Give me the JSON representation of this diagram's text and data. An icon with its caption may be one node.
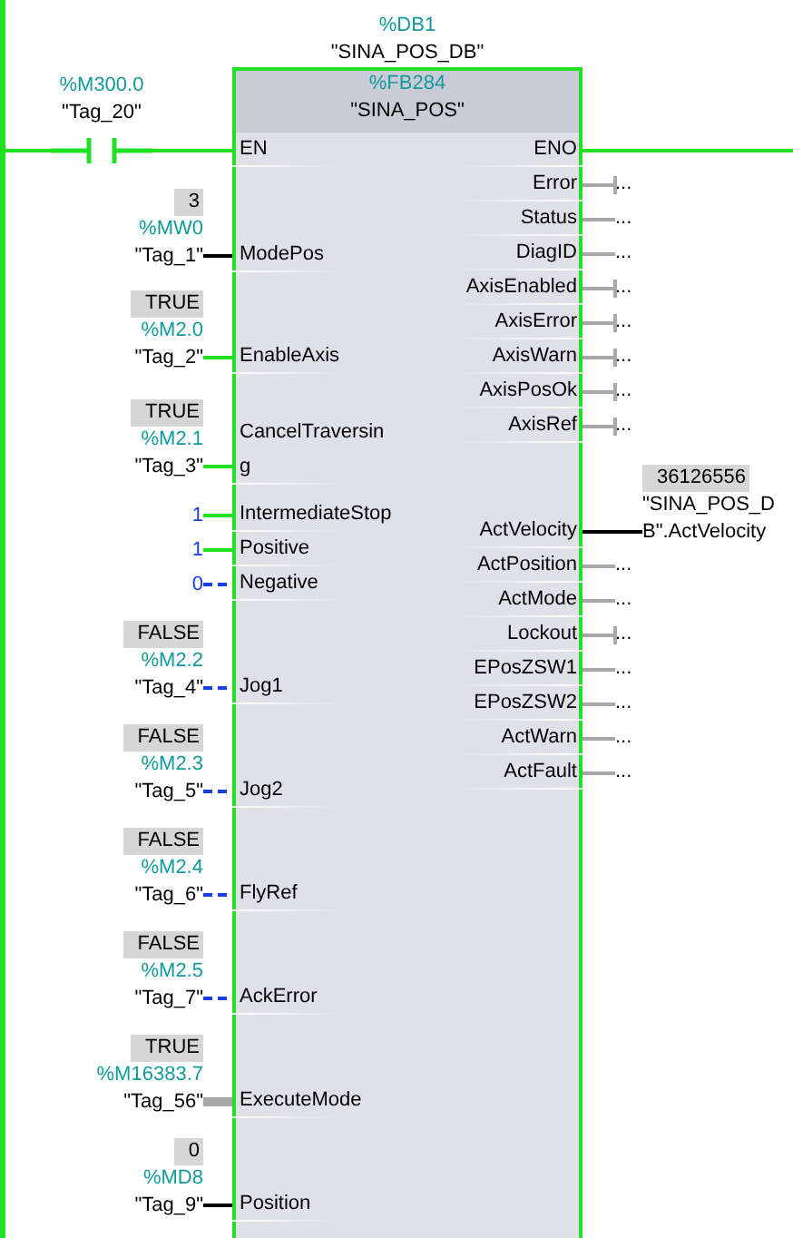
{
  "diagram": {
    "nodes": [
      {
        "text": [
          "%FB284",
          "\"SINA_POS\""
        ],
        "beside": [
          "%DB1",
          "\"SINA_POS_DB\""
        ]
      },
      {
        "text": [],
        "shape": "bar"
      },
      {
        "text": [
          "%M300.0",
          "\"Tag_20\""
        ]
      },
      {
        "text": [
          "EN"
        ],
        "in": 0
      },
      {
        "text": [
          "ModePos"
        ],
        "in": 0
      },
      {
        "text": [
          "EnableAxis"
        ],
        "in": 0
      },
      {
        "text": [
          "CancelTraversing"
        ],
        "in": 0
      },
      {
        "text": [
          "IntermediateStop"
        ],
        "in": 0
      },
      {
        "text": [
          "Positive"
        ],
        "in": 0
      },
      {
        "text": [
          "Negative"
        ],
        "in": 0
      },
      {
        "text": [
          "Jog1"
        ],
        "in": 0
      },
      {
        "text": [
          "Jog2"
        ],
        "in": 0
      },
      {
        "text": [
          "FlyRef"
        ],
        "in": 0
      },
      {
        "text": [
          "AckError"
        ],
        "in": 0
      },
      {
        "text": [
          "ExecuteMode"
        ],
        "in": 0
      },
      {
        "text": [
          "Position"
        ],
        "in": 0
      },
      {
        "text": [
          "ENO"
        ],
        "in": 0
      },
      {
        "text": [
          "Error"
        ],
        "in": 0
      },
      {
        "text": [
          "Status"
        ],
        "in": 0
      },
      {
        "text": [
          "DiagID"
        ],
        "in": 0
      },
      {
        "text": [
          "AxisEnabled"
        ],
        "in": 0
      },
      {
        "text": [
          "AxisError"
        ],
        "in": 0
      },
      {
        "text": [
          "AxisWarn"
        ],
        "in": 0
      },
      {
        "text": [
          "AxisPosOk"
        ],
        "in": 0
      },
      {
        "text": [
          "AxisRef"
        ],
        "in": 0
      },
      {
        "text": [
          "ActVelocity"
        ],
        "in": 0
      },
      {
        "text": [
          "ActPosition"
        ],
        "in": 0
      },
      {
        "text": [
          "ActMode"
        ],
        "in": 0
      },
      {
        "text": [
          "Lockout"
        ],
        "in": 0
      },
      {
        "text": [
          "EPosZSW1"
        ],
        "in": 0
      },
      {
        "text": [
          "EPosZSW2"
        ],
        "in": 0
      },
      {
        "text": [
          "ActWarn"
        ],
        "in": 0
      },
      {
        "text": [
          "ActFault"
        ],
        "in": 0
      },
      {
        "text": [
          "3",
          "%MW0",
          "\"Tag_1\""
        ]
      },
      {
        "text": [
          "TRUE",
          "%M2.0",
          "\"Tag_2\""
        ]
      },
      {
        "text": [
          "TRUE",
          "%M2.1",
          "\"Tag_3\""
        ]
      },
      {
        "text": [
          "1"
        ]
      },
      {
        "text": [
          "1"
        ]
      },
      {
        "text": [
          "0"
        ]
      },
      {
        "text": [
          "FALSE",
          "%M2.2",
          "\"Tag_4\""
        ]
      },
      {
        "text": [
          "FALSE",
          "%M2.3",
          "\"Tag_5\""
        ]
      },
      {
        "text": [
          "FALSE",
          "%M2.4",
          "\"Tag_6\""
        ]
      },
      {
        "text": [
          "FALSE",
          "%M2.5",
          "\"Tag_7\""
        ]
      },
      {
        "text": [
          "TRUE",
          "%M16383.7",
          "\"Tag_56\""
        ]
      },
      {
        "text": [
          "0",
          "%MD8",
          "\"Tag_9\""
        ]
      },
      {
        "text": [
          "..."
        ]
      },
      {
        "text": [
          "..."
        ]
      },
      {
        "text": [
          "..."
        ]
      },
      {
        "text": [
          "..."
        ]
      },
      {
        "text": [
          "..."
        ]
      },
      {
        "text": [
          "..."
        ]
      },
      {
        "text": [
          "..."
        ]
      },
      {
        "text": [
          "..."
        ]
      },
      {
        "text": [
          "36126556",
          "\"SINA_POS_DB\".ActVelocity"
        ]
      },
      {
        "text": [
          "..."
        ]
      },
      {
        "text": [
          "..."
        ]
      },
      {
        "text": [
          "..."
        ]
      },
      {
        "text": [
          "..."
        ]
      },
      {
        "text": [
          "..."
        ]
      },
      {
        "text": [
          "..."
        ]
      },
      {
        "text": [
          "..."
        ]
      }
    ],
    "edges": [
      {
        "from": 1,
        "to": 2,
        "arrow": "none",
        "color": "#22e022"
      },
      {
        "from": 2,
        "to": 3,
        "arrow": "none",
        "color": "#22e022"
      },
      {
        "from": 33,
        "to": 4,
        "arrow": "none",
        "color": "#000000"
      },
      {
        "from": 34,
        "to": 5,
        "arrow": "none",
        "color": "#22e022"
      },
      {
        "from": 35,
        "to": 6,
        "arrow": "none",
        "color": "#22e022"
      },
      {
        "from": 36,
        "to": 7,
        "arrow": "none",
        "color": "#22e022"
      },
      {
        "from": 37,
        "to": 8,
        "arrow": "none",
        "color": "#22e022"
      },
      {
        "from": 38,
        "to": 9,
        "arrow": "none",
        "style": "dashed",
        "color": "#1a3fe0"
      },
      {
        "from": 39,
        "to": 10,
        "arrow": "none",
        "style": "dashed",
        "color": "#1a3fe0"
      },
      {
        "from": 40,
        "to": 11,
        "arrow": "none",
        "style": "dashed",
        "color": "#1a3fe0"
      },
      {
        "from": 41,
        "to": 12,
        "arrow": "none",
        "style": "dashed",
        "color": "#1a3fe0"
      },
      {
        "from": 42,
        "to": 13,
        "arrow": "none",
        "style": "dashed",
        "color": "#1a3fe0"
      },
      {
        "from": 43,
        "to": 14,
        "arrow": "none",
        "style": "thick"
      },
      {
        "from": 44,
        "to": 15,
        "arrow": "none",
        "color": "#000000"
      },
      {
        "from": 16,
        "to": null,
        "arrow": "none",
        "color": "#22e022"
      },
      {
        "from": 17,
        "to": 45,
        "arrow": "other"
      },
      {
        "from": 18,
        "to": 46,
        "arrow": "none"
      },
      {
        "from": 19,
        "to": 47,
        "arrow": "none"
      },
      {
        "from": 20,
        "to": 48,
        "arrow": "other"
      },
      {
        "from": 21,
        "to": 49,
        "arrow": "other"
      },
      {
        "from": 22,
        "to": 50,
        "arrow": "other"
      },
      {
        "from": 23,
        "to": 51,
        "arrow": "other"
      },
      {
        "from": 24,
        "to": 52,
        "arrow": "other"
      },
      {
        "from": 25,
        "to": 53,
        "arrow": "none",
        "color": "#000000"
      },
      {
        "from": 26,
        "to": 54,
        "arrow": "none"
      },
      {
        "from": 27,
        "to": 55,
        "arrow": "none"
      },
      {
        "from": 28,
        "to": 56,
        "arrow": "other"
      },
      {
        "from": 29,
        "to": 57,
        "arrow": "none"
      },
      {
        "from": 30,
        "to": 58,
        "arrow": "none"
      },
      {
        "from": 31,
        "to": 59,
        "arrow": "none"
      },
      {
        "from": 32,
        "to": 60,
        "arrow": "none"
      }
    ]
  }
}
